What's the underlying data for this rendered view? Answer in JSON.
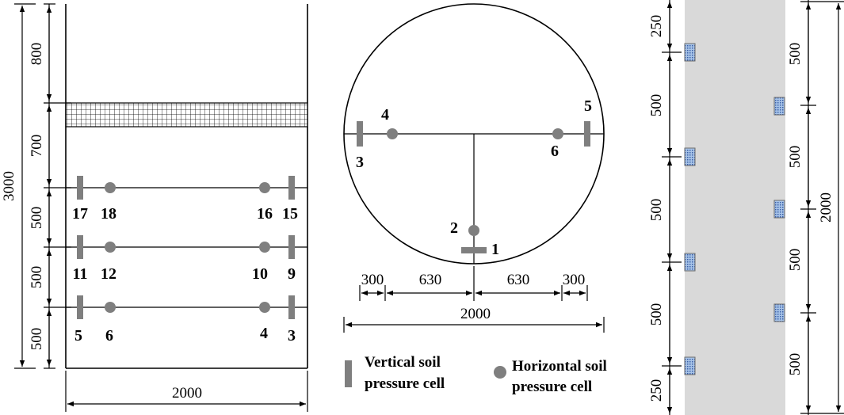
{
  "left_panel": {
    "dims_left": {
      "total": "3000"
    },
    "dims_vertical": [
      "800",
      "700",
      "500",
      "500",
      "500"
    ],
    "dim_bottom": "2000",
    "rows": [
      {
        "labels": [
          "17",
          "18",
          "16",
          "15"
        ]
      },
      {
        "labels": [
          "11",
          "12",
          "10",
          "9"
        ]
      },
      {
        "labels": [
          "5",
          "6",
          "4",
          "3"
        ]
      }
    ]
  },
  "middle_panel": {
    "cells": {
      "c1": "1",
      "c2": "2",
      "c3": "3",
      "c4": "4",
      "c5": "5",
      "c6": "6"
    },
    "dims_h": [
      "300",
      "630",
      "630",
      "300"
    ],
    "dim_total": "2000"
  },
  "legend": {
    "vertical_line1": "Vertical soil",
    "vertical_line2": "pressure cell",
    "horizontal_line1": "Horizontal soil",
    "horizontal_line2": "pressure cell"
  },
  "right_panel": {
    "dims_left": [
      "250",
      "500",
      "500",
      "500",
      "250"
    ],
    "dims_right": [
      "500",
      "500",
      "500",
      "500"
    ],
    "dim_total": "2000"
  },
  "colors": {
    "cell_gray": "#7f7f7f",
    "strip": "#d9d9d9",
    "pad_fill": "#a8c4e8",
    "pad_stroke": "#6b6b6b"
  }
}
